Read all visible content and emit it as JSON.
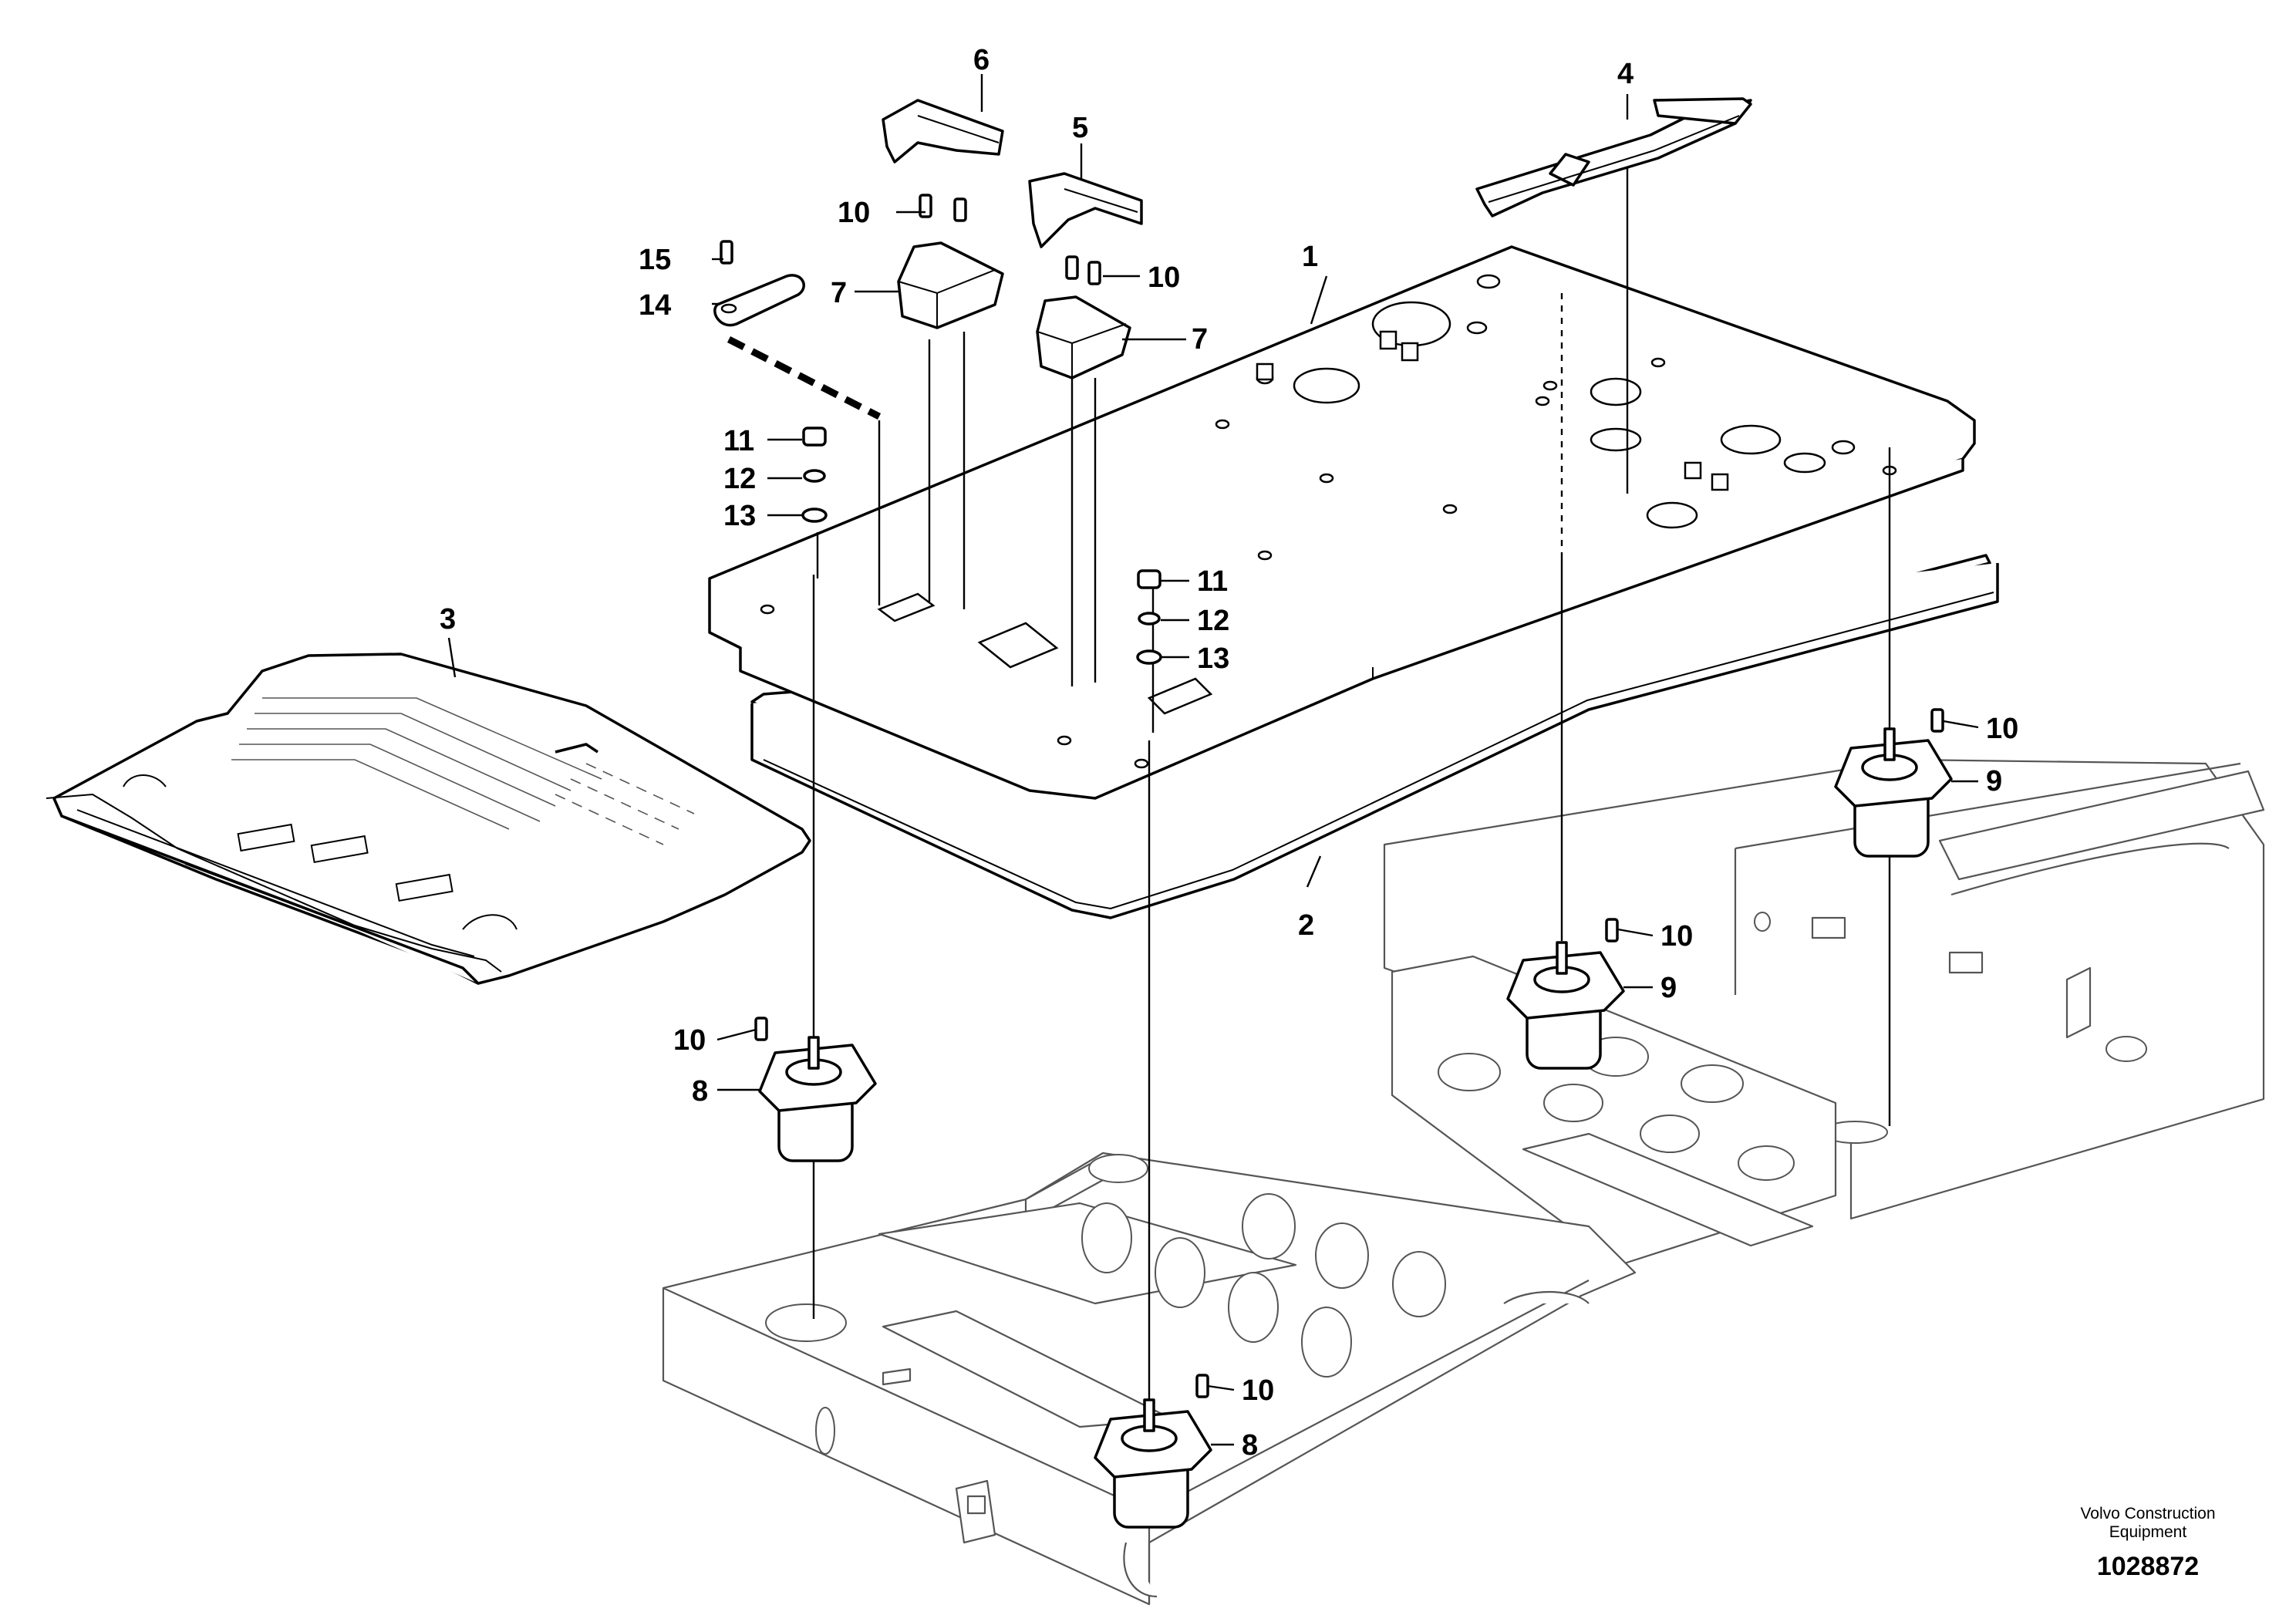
{
  "callouts": {
    "p1": "1",
    "p2": "2",
    "p3": "3",
    "p4": "4",
    "p5": "5",
    "p6": "6",
    "p7a": "7",
    "p7b": "7",
    "p8a": "8",
    "p8b": "8",
    "p9a": "9",
    "p9b": "9",
    "p10a": "10",
    "p10b": "10",
    "p10c": "10",
    "p10d": "10",
    "p10e": "10",
    "p10f": "10",
    "p11a": "11",
    "p11b": "11",
    "p12a": "12",
    "p12b": "12",
    "p13a": "13",
    "p13b": "13",
    "p14": "14",
    "p15": "15"
  },
  "footer": {
    "brand_line1": "Volvo Construction",
    "brand_line2": "Equipment",
    "drawing_number": "1028872"
  }
}
